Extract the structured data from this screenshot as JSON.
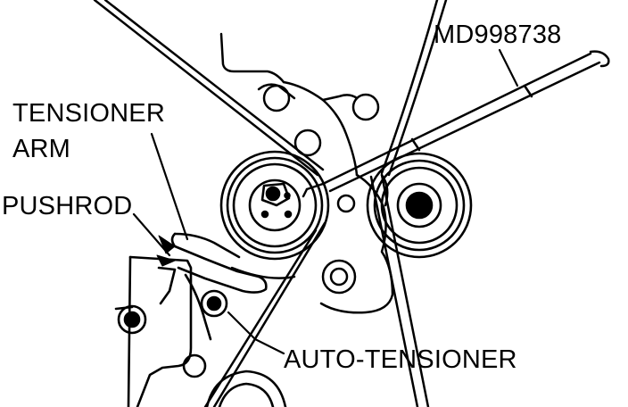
{
  "labels": {
    "tool_number": "MD998738",
    "tensioner_arm_line1": "TENSIONER",
    "tensioner_arm_line2": "ARM",
    "pushrod": "PUSHROD",
    "auto_tensioner": "AUTO-TENSIONER"
  },
  "colors": {
    "ink": "#000000",
    "paper": "#ffffff"
  }
}
